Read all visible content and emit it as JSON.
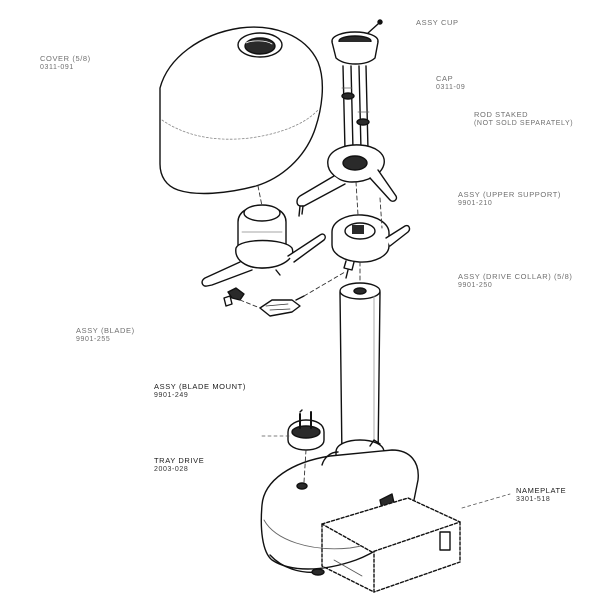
{
  "colors": {
    "ink": "#111111",
    "faint": "#777777",
    "paper": "#ffffff",
    "shade": "#2a2a2a"
  },
  "labels": [
    {
      "id": "assy-cup",
      "name": "ASSY CUP",
      "part": ""
    },
    {
      "id": "cap",
      "name": "CAP",
      "part": "0311-09"
    },
    {
      "id": "rod-staked",
      "name": "ROD STAKED",
      "part": "(NOT SOLD SEPARATELY)"
    },
    {
      "id": "cover",
      "name": "COVER (5/8)",
      "part": "0311-091"
    },
    {
      "id": "assy-upper-support",
      "name": "ASSY (UPPER SUPPORT)",
      "part": "9901-210"
    },
    {
      "id": "assy-drive-collar",
      "name": "ASSY (DRIVE COLLAR) (5/8)",
      "part": "9901-250"
    },
    {
      "id": "assy-blade",
      "name": "ASSY (BLADE)",
      "part": "9901-255"
    },
    {
      "id": "assy-blade-mount",
      "name": "ASSY (BLADE MOUNT)",
      "part": "9901-249"
    },
    {
      "id": "tray-drive",
      "name": "TRAY DRIVE",
      "part": "2003-028"
    },
    {
      "id": "nameplate",
      "name": "NAMEPLATE",
      "part": "3301-518"
    }
  ]
}
